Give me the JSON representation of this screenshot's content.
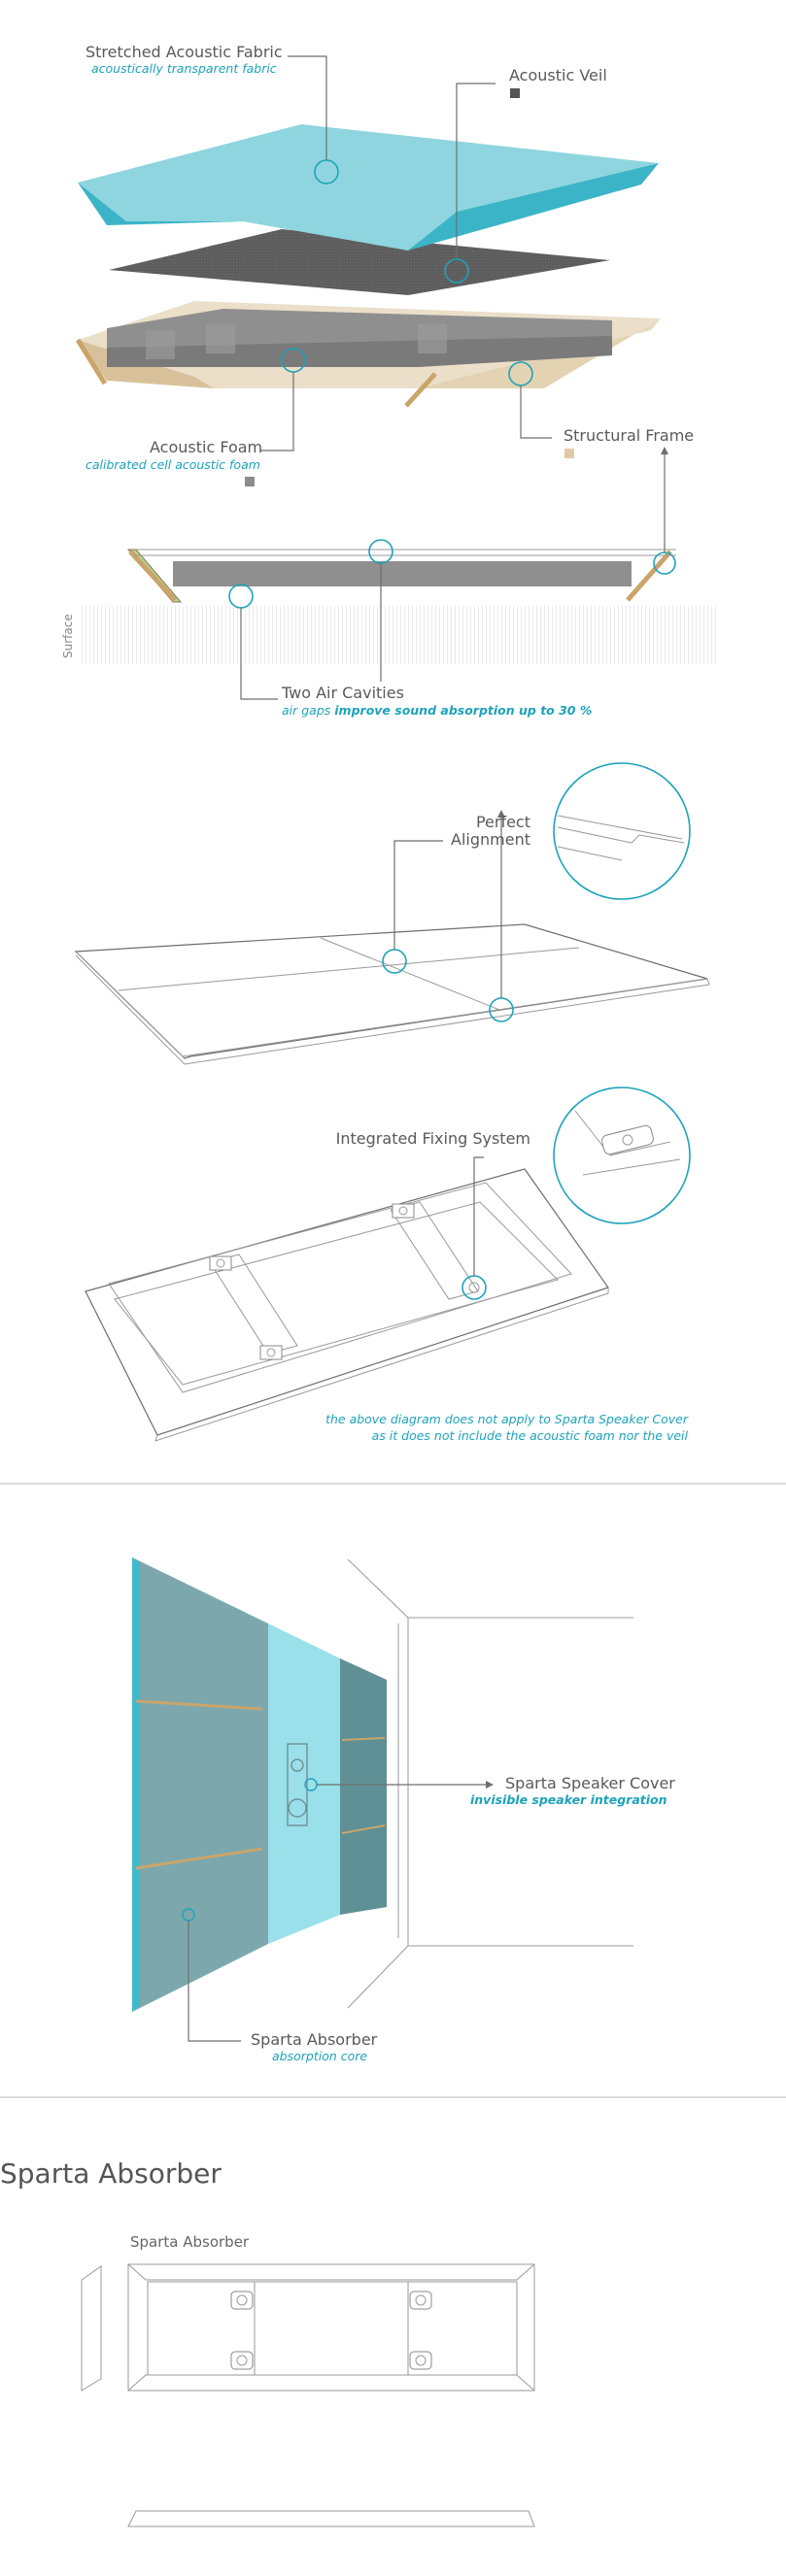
{
  "exploded": {
    "fabric_label": "Stretched Acoustic Fabric",
    "fabric_sub": "acoustically transparent fabric",
    "veil_label": "Acoustic Veil",
    "foam_label": "Acoustic Foam",
    "foam_sub": "calibrated cell acoustic foam",
    "frame_label": "Structural Frame"
  },
  "cavities": {
    "surface_label": "Surface",
    "title": "Two Air Cavities",
    "sub_plain": "air gaps ",
    "sub_bold": "improve sound absorption up to 30 %"
  },
  "alignment": {
    "line1": "Perfect",
    "line2": "Alignment"
  },
  "fixing": {
    "label": "Integrated Fixing System",
    "note_line1": "the above diagram does not apply to Sparta Speaker Cover",
    "note_line2": "as it does not include the acoustic foam nor the veil"
  },
  "wall": {
    "speaker_label": "Sparta Speaker Cover",
    "speaker_sub": "invisible speaker integration",
    "absorber_label": "Sparta Absorber",
    "absorber_sub": "absorption core"
  },
  "product": {
    "heading": "Sparta Absorber",
    "caption": "Sparta Absorber"
  },
  "colors": {
    "teal": "#1da3ba",
    "fabric": "#5cc6d4",
    "veil": "#5d5d5d",
    "foam": "#8d8d8d",
    "frame": "#d8c19a"
  }
}
